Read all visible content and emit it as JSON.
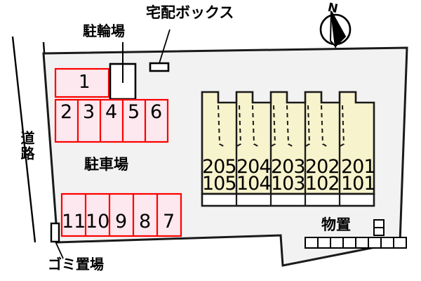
{
  "map": {
    "type": "property-site-plan",
    "colors": {
      "site_fill": "#f2f2f2",
      "site_stroke": "#000000",
      "parking_fill": "#fce8ee",
      "parking_stroke": "#ff0000",
      "building_fill": "#f7f3cc",
      "building_stroke": "#000000",
      "balcony_fill": "#ffffff",
      "text": "#000000"
    },
    "annotations": {
      "road_label": "道路",
      "bicycle_parking_label": "駐輪場",
      "delivery_box_label": "宅配ボックス",
      "parking_lot_label": "駐車場",
      "garbage_label": "ゴミ置場",
      "storage_label": "物置",
      "north_label": "N"
    },
    "parking_spaces": {
      "row_top_single": [
        "1"
      ],
      "row_upper": [
        "2",
        "3",
        "4",
        "5",
        "6"
      ],
      "row_lower": [
        "11",
        "10",
        "9",
        "8",
        "7"
      ]
    },
    "building": {
      "units": [
        {
          "upper": "205",
          "lower": "105"
        },
        {
          "upper": "204",
          "lower": "104"
        },
        {
          "upper": "203",
          "lower": "103"
        },
        {
          "upper": "202",
          "lower": "102"
        },
        {
          "upper": "201",
          "lower": "101"
        }
      ]
    },
    "icons": {
      "compass": "compass-north-icon",
      "delivery_box": "delivery-box-icon",
      "bicycle_shed": "bicycle-shed-icon",
      "garbage_bin": "garbage-bin-icon",
      "storage_units": "storage-units-icon"
    }
  }
}
